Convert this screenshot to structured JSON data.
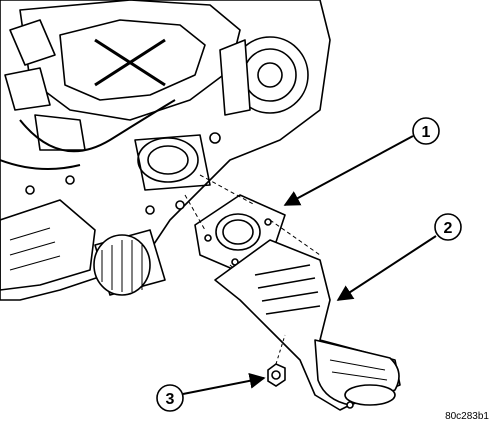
{
  "figure": {
    "figure_id": "80c283b1",
    "callouts": [
      {
        "number": "1",
        "part": "throttle-body-gasket"
      },
      {
        "number": "2",
        "part": "air-intake-duct"
      },
      {
        "number": "3",
        "part": "clamp-nut"
      }
    ]
  },
  "colors": {
    "line": "#000000",
    "background": "#ffffff"
  }
}
